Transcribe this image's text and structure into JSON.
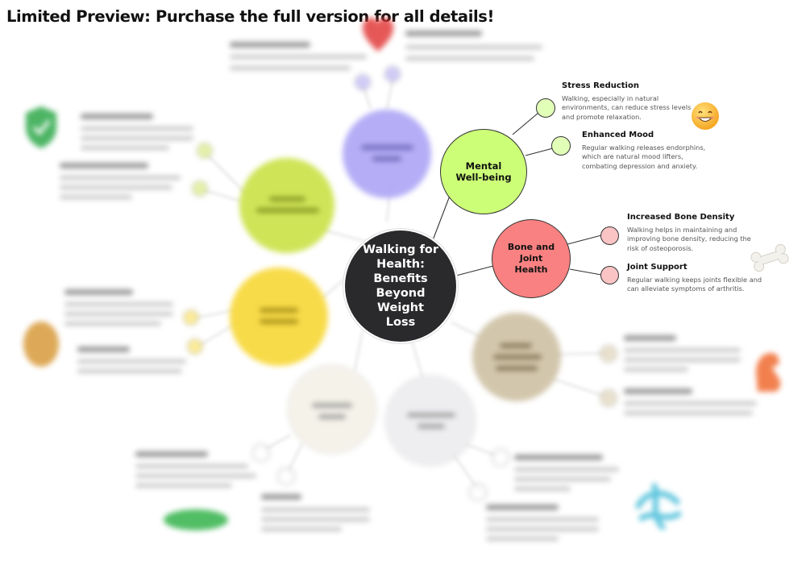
{
  "banner": "Limited Preview: Purchase the full version for all details!",
  "center": {
    "label": "Walking for Health: Benefits Beyond Weight Loss"
  },
  "branches": {
    "mental": {
      "label": "Mental Well-being",
      "color": "#ccff77",
      "details": [
        {
          "title": "Stress Reduction",
          "text": "Walking, especially in natural environments, can reduce stress levels and promote relaxation."
        },
        {
          "title": "Enhanced Mood",
          "text": "Regular walking releases endorphins, which are natural mood lifters, combating depression and anxiety."
        }
      ]
    },
    "bone": {
      "label": "Bone and Joint Health",
      "color": "#f98181",
      "details": [
        {
          "title": "Increased Bone Density",
          "text": "Walking helps in maintaining and improving bone density, reducing the risk of osteoporosis."
        },
        {
          "title": "Joint Support",
          "text": "Regular walking keeps joints flexible and can alleviate symptoms of arthritis."
        }
      ]
    },
    "blurred_colors": {
      "cardiovascular": "#a9a0f5",
      "immune": "#c8e03c",
      "cognitive": "#f7d52a",
      "digestive": "#f4f0e6",
      "respiratory": "#ececef",
      "muscle": "#cbbd9e"
    }
  },
  "icons": {
    "smiley": "smiley-icon",
    "bone": "bone-icon",
    "heart": "heart-icon",
    "shield": "shield-icon",
    "brain": "brain-icon",
    "stomach": "stomach-icon",
    "lungs": "lungs-icon",
    "muscle": "muscle-icon"
  }
}
